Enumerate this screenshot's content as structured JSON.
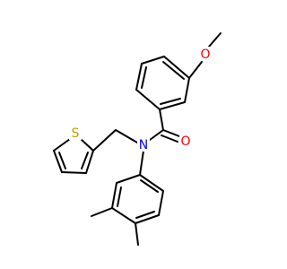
{
  "molecule": {
    "atoms": {
      "oxygen_methoxy": {
        "symbol": "O",
        "color": "#FF0000"
      },
      "oxygen_carbonyl": {
        "symbol": "O",
        "color": "#FF0000"
      },
      "nitrogen_amide": {
        "symbol": "N",
        "color": "#0000FF"
      },
      "sulfur_thiophene": {
        "symbol": "S",
        "color": "#B8A400"
      }
    },
    "bond_color": "#000000",
    "background_color": "#FFFFFF"
  }
}
